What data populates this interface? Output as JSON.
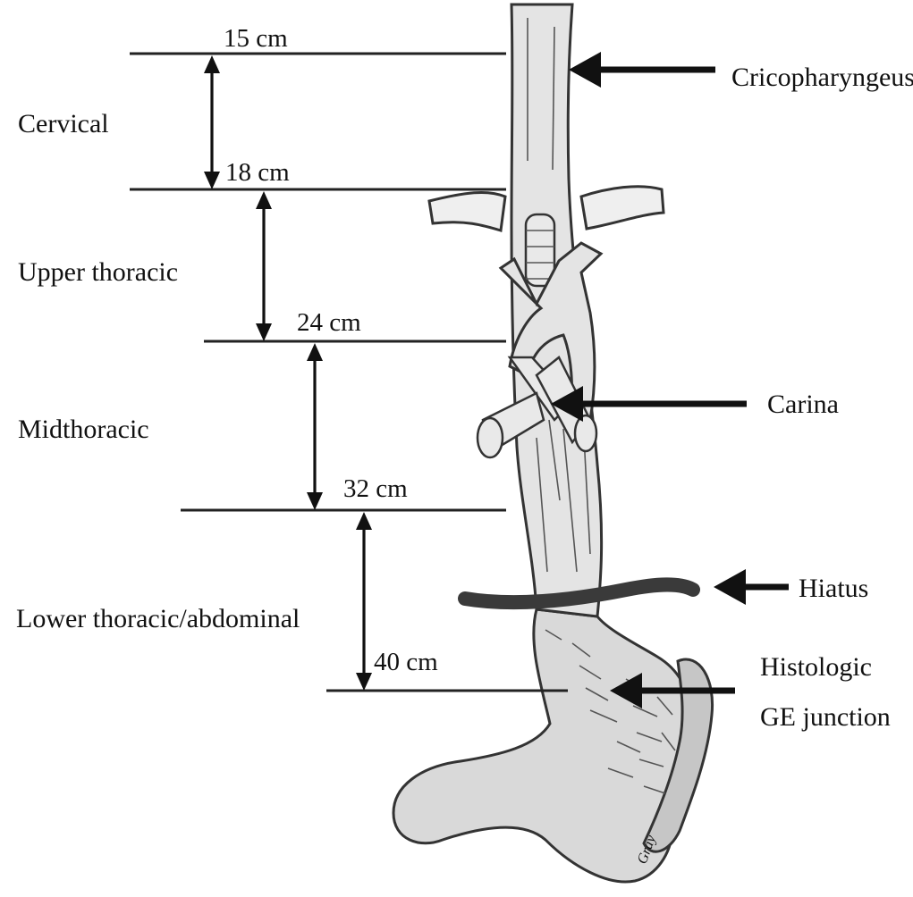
{
  "regions": {
    "cervical": "Cervical",
    "upper_thoracic": "Upper thoracic",
    "midthoracic": "Midthoracic",
    "lower": "Lower thoracic/abdominal"
  },
  "distances": {
    "d15": "15 cm",
    "d18": "18 cm",
    "d24": "24 cm",
    "d32": "32 cm",
    "d40": "40 cm"
  },
  "callouts": {
    "cricopharyngeus": "Cricopharyngeus",
    "carina": "Carina",
    "hiatus": "Hiatus",
    "ge_line1": "Histologic",
    "ge_line2": "GE junction"
  },
  "signature": "Gray"
}
